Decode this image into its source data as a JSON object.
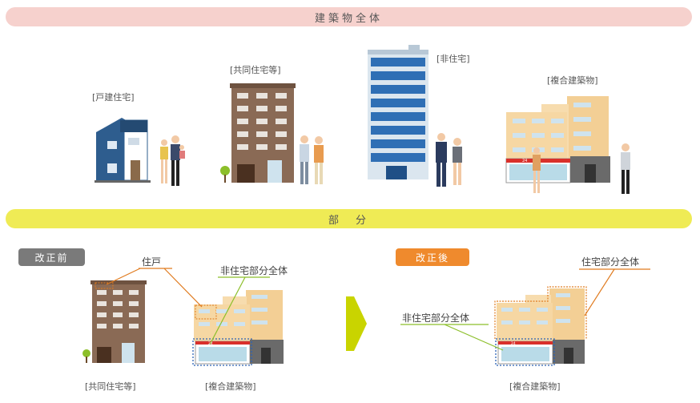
{
  "header": {
    "title": "建築物全体"
  },
  "section": {
    "title": "部　分"
  },
  "buildings": {
    "detached": "[戸建住宅]",
    "apartment": "[共同住宅等]",
    "nonresidential": "[非住宅]",
    "mixed": "[複合建築物]"
  },
  "before": {
    "badge": "改正前",
    "dwelling_unit": "住戸",
    "nonres_whole": "非住宅部分全体",
    "apartment_caption": "[共同住宅等]",
    "mixed_caption": "[複合建築物]"
  },
  "after": {
    "badge": "改正後",
    "res_whole": "住宅部分全体",
    "nonres_whole": "非住宅部分全体",
    "mixed_caption": "[複合建築物]"
  },
  "colors": {
    "top_band": "#f6d1cd",
    "mid_band": "#efeb55",
    "before_badge": "#7a7a7a",
    "after_badge": "#ef8a2d",
    "orange_line": "#e07b1f",
    "green_line": "#8cbf2a"
  },
  "store_sign": "24"
}
